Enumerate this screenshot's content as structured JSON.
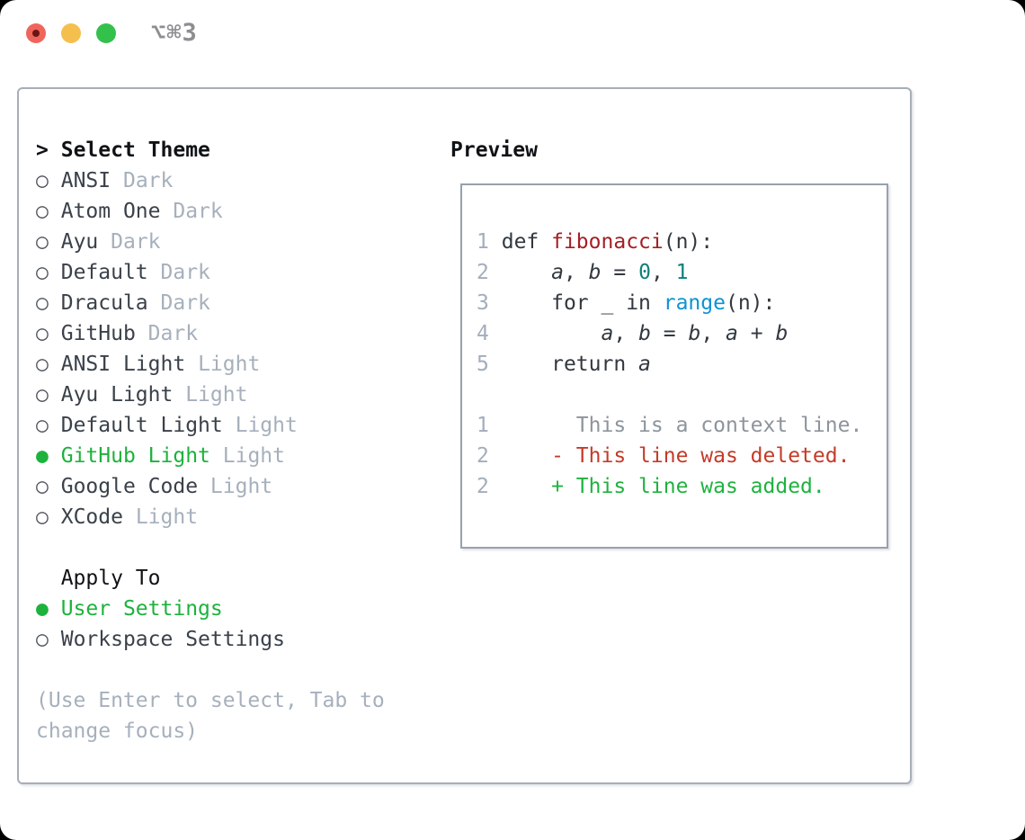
{
  "colors": {
    "tl-red": "#ef655c",
    "tl-red-dot": "#6b1613",
    "tl-yellow": "#f5bf4e",
    "tl-green": "#33c14c",
    "title-gray": "#8d8e92",
    "panel-border": "#a7aeb8",
    "preview-border": "#98a1ab",
    "ink": "#101316",
    "name": "#3a414a",
    "marker": "#4e555e",
    "muted": "#a6b0bc",
    "select-green": "#1db23c",
    "line-number": "#a3adbd",
    "code-ink": "#32383f",
    "func-red": "#a31f24",
    "num-teal": "#0e807b",
    "builtin-blue": "#0d94d2",
    "ctx-gray": "#8d949c",
    "del-red": "#c43b28",
    "add-green": "#1fb23f"
  },
  "window": {
    "title": "⌥⌘3",
    "traffic_lights": [
      "close",
      "minimize",
      "zoom"
    ]
  },
  "theme_panel": {
    "header_prefix": ">",
    "header_label": "Select Theme",
    "unselected_marker": "○",
    "selected_marker": "●",
    "themes": [
      {
        "name": "ANSI",
        "tag": "Dark",
        "selected": false
      },
      {
        "name": "Atom One",
        "tag": "Dark",
        "selected": false
      },
      {
        "name": "Ayu",
        "tag": "Dark",
        "selected": false
      },
      {
        "name": "Default",
        "tag": "Dark",
        "selected": false
      },
      {
        "name": "Dracula",
        "tag": "Dark",
        "selected": false
      },
      {
        "name": "GitHub",
        "tag": "Dark",
        "selected": false
      },
      {
        "name": "ANSI Light",
        "tag": "Light",
        "selected": false
      },
      {
        "name": "Ayu Light",
        "tag": "Light",
        "selected": false
      },
      {
        "name": "Default Light",
        "tag": "Light",
        "selected": false
      },
      {
        "name": "GitHub Light",
        "tag": "Light",
        "selected": true
      },
      {
        "name": "Google Code",
        "tag": "Light",
        "selected": false
      },
      {
        "name": "XCode",
        "tag": "Light",
        "selected": false
      }
    ],
    "apply_to_label": "Apply To",
    "apply_options": [
      {
        "name": "User Settings",
        "selected": true
      },
      {
        "name": "Workspace Settings",
        "selected": false
      }
    ],
    "hint_lines": [
      "(Use Enter to select, Tab to",
      "change focus)"
    ]
  },
  "preview": {
    "label": "Preview",
    "code_lines": [
      {
        "num": "1",
        "segments": [
          {
            "t": "def "
          },
          {
            "t": "fibonacci",
            "c": "function"
          },
          {
            "t": "(n):"
          }
        ]
      },
      {
        "num": "2",
        "segments": [
          {
            "t": "    "
          },
          {
            "t": "a",
            "i": true
          },
          {
            "t": ", "
          },
          {
            "t": "b",
            "i": true
          },
          {
            "t": " = "
          },
          {
            "t": "0",
            "c": "number"
          },
          {
            "t": ", "
          },
          {
            "t": "1",
            "c": "number"
          }
        ]
      },
      {
        "num": "3",
        "segments": [
          {
            "t": "    for _ in "
          },
          {
            "t": "range",
            "c": "builtin"
          },
          {
            "t": "(n):"
          }
        ]
      },
      {
        "num": "4",
        "segments": [
          {
            "t": "        "
          },
          {
            "t": "a",
            "i": true
          },
          {
            "t": ", "
          },
          {
            "t": "b",
            "i": true
          },
          {
            "t": " = "
          },
          {
            "t": "b",
            "i": true
          },
          {
            "t": ", "
          },
          {
            "t": "a",
            "i": true
          },
          {
            "t": " + "
          },
          {
            "t": "b",
            "i": true
          }
        ]
      },
      {
        "num": "5",
        "segments": [
          {
            "t": "    return "
          },
          {
            "t": "a",
            "i": true
          }
        ]
      },
      {
        "num": "",
        "segments": []
      },
      {
        "num": "1",
        "segments": [
          {
            "t": "      This is a context line.",
            "c": "context"
          }
        ]
      },
      {
        "num": "2",
        "segments": [
          {
            "t": "    "
          },
          {
            "t": "- This line was deleted.",
            "c": "deleted"
          }
        ]
      },
      {
        "num": "2",
        "segments": [
          {
            "t": "    "
          },
          {
            "t": "+ This line was added.",
            "c": "added"
          }
        ]
      }
    ]
  }
}
